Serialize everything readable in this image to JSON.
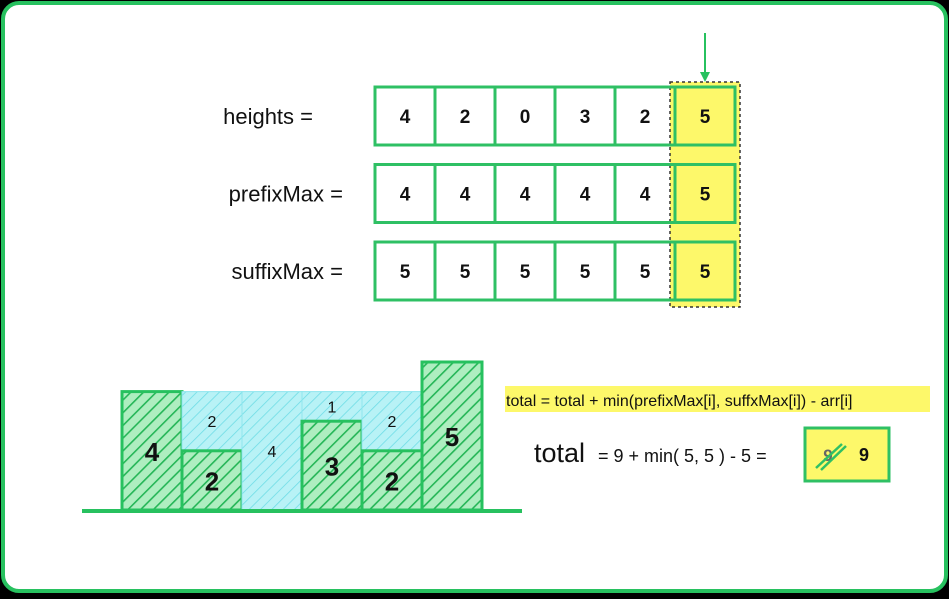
{
  "colors": {
    "frame": "#27c15f",
    "cell_border": "#2fc064",
    "highlight": "#fdf86a",
    "water": "#b8f2f6",
    "water_hatch": "#6fdde6",
    "bar_fill": "#aeeec0",
    "bar_hatch": "#25b657",
    "ground": "#27c15f",
    "formula_bg": "#fdf86a"
  },
  "arrays": [
    {
      "label": "heights =",
      "values": [
        "4",
        "2",
        "0",
        "3",
        "2",
        "5"
      ]
    },
    {
      "label": "prefixMax =",
      "values": [
        "4",
        "4",
        "4",
        "4",
        "4",
        "5"
      ]
    },
    {
      "label": "suffixMax =",
      "values": [
        "5",
        "5",
        "5",
        "5",
        "5",
        "5"
      ]
    }
  ],
  "highlight_index": 5,
  "chart_data": {
    "type": "bar",
    "values": [
      4,
      2,
      0,
      3,
      2,
      5
    ],
    "bar_labels": [
      "4",
      "2",
      "",
      "3",
      "2",
      "5"
    ],
    "water": [
      0,
      2,
      4,
      1,
      2,
      0
    ],
    "water_labels": [
      "",
      "2",
      "4",
      "1",
      "2",
      ""
    ],
    "ylim": [
      0,
      5
    ]
  },
  "formula": {
    "text": "total = total + min(prefixMax[i], suffxMax[i]) - arr[i]",
    "total_word": "total",
    "expression": "=  9 + min( 5, 5 ) - 5 =",
    "old_value": "9",
    "new_value": "9"
  }
}
